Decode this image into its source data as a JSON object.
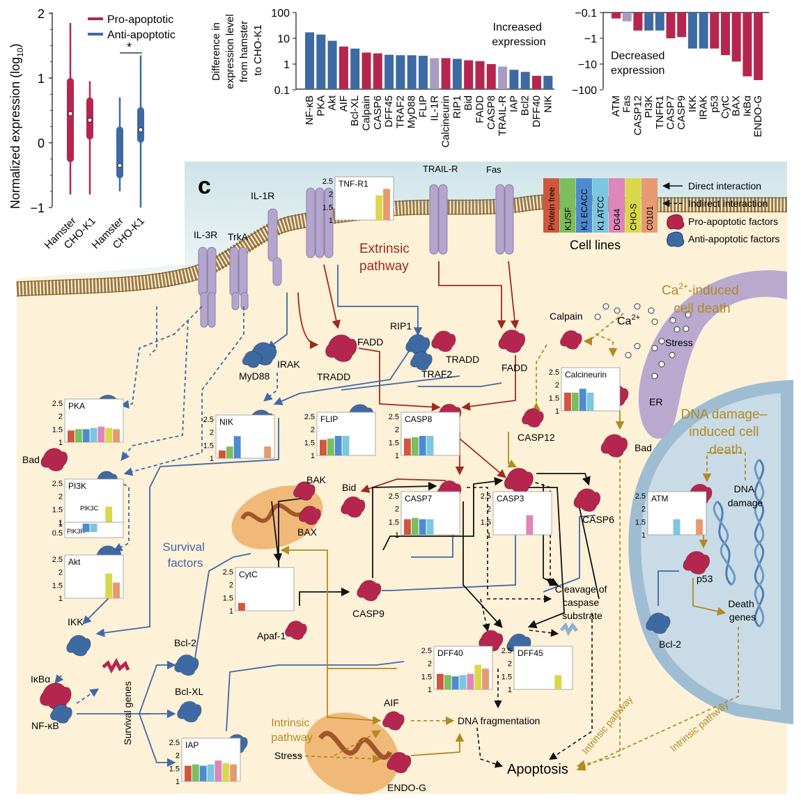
{
  "colors": {
    "pro": "#b5264f",
    "anti": "#3e6aa3",
    "mixed": "#a99bc2",
    "brown": "#9c2a1e",
    "blueArrow": "#3f68a8",
    "gold": "#b08a22",
    "bg": "#fdf1d8"
  },
  "panel_a": {
    "y_label": "Normalized expression (log",
    "y_label_sub": "10",
    "y_label_end": ")",
    "ticks": [
      "2",
      "1",
      "0",
      "−1"
    ],
    "legend": [
      "Pro-apoptotic",
      "Anti-apoptotic"
    ],
    "x_labels": [
      "Hamster",
      "CHO-K1",
      "Hamster",
      "CHO-K1"
    ],
    "sig": "*",
    "boxes": [
      {
        "group": "Pro-apoptotic",
        "sample": "Hamster",
        "min": -0.8,
        "q1": -0.3,
        "median": 0.45,
        "q3": 1.0,
        "max": 1.85
      },
      {
        "group": "Pro-apoptotic",
        "sample": "CHO-K1",
        "min": -0.8,
        "q1": 0.05,
        "median": 0.35,
        "q3": 0.7,
        "max": 0.95
      },
      {
        "group": "Anti-apoptotic",
        "sample": "Hamster",
        "min": -0.75,
        "q1": -0.55,
        "median": -0.35,
        "q3": 0.25,
        "max": 0.7
      },
      {
        "group": "Anti-apoptotic",
        "sample": "CHO-K1",
        "min": -1.0,
        "q1": 0.0,
        "median": 0.2,
        "q3": 0.55,
        "max": 1.35
      }
    ]
  },
  "panel_b": {
    "y_label": [
      "Difference in",
      "expression level",
      "from hamster",
      "to CHO-K1"
    ],
    "inc_ticks": [
      "100",
      "10",
      "1",
      "0.1"
    ],
    "dec_ticks": [
      "−0.1",
      "−1",
      "−10",
      "−100"
    ],
    "inc_title": [
      "Increased",
      "expression"
    ],
    "dec_title": [
      "Decreased",
      "expression"
    ],
    "increased": [
      {
        "name": "NF-κB",
        "value": 17,
        "kind": "anti"
      },
      {
        "name": "PKA",
        "value": 14,
        "kind": "anti"
      },
      {
        "name": "Akt",
        "value": 8,
        "kind": "anti"
      },
      {
        "name": "AIF",
        "value": 4.8,
        "kind": "pro"
      },
      {
        "name": "Bcl-XL",
        "value": 4,
        "kind": "anti"
      },
      {
        "name": "Calpain",
        "value": 2.8,
        "kind": "pro"
      },
      {
        "name": "CASP6",
        "value": 2.6,
        "kind": "pro"
      },
      {
        "name": "DFF45",
        "value": 2.3,
        "kind": "anti"
      },
      {
        "name": "TRAF2",
        "value": 2.2,
        "kind": "anti"
      },
      {
        "name": "MyD88",
        "value": 2.2,
        "kind": "anti"
      },
      {
        "name": "FLIP",
        "value": 2.1,
        "kind": "anti"
      },
      {
        "name": "IL-1R",
        "value": 1.7,
        "kind": "mixed"
      },
      {
        "name": "Calcineurin",
        "value": 1.7,
        "kind": "pro"
      },
      {
        "name": "RIP1",
        "value": 1.6,
        "kind": "anti"
      },
      {
        "name": "Bid",
        "value": 1.4,
        "kind": "pro"
      },
      {
        "name": "FADD",
        "value": 1.3,
        "kind": "pro"
      },
      {
        "name": "CASP8",
        "value": 1.0,
        "kind": "pro"
      },
      {
        "name": "TRAIL-R",
        "value": 0.8,
        "kind": "mixed"
      },
      {
        "name": "IAP",
        "value": 0.6,
        "kind": "anti"
      },
      {
        "name": "Bcl2",
        "value": 0.5,
        "kind": "anti"
      },
      {
        "name": "DFF40",
        "value": 0.35,
        "kind": "pro"
      },
      {
        "name": "NIK",
        "value": 0.35,
        "kind": "anti"
      }
    ],
    "decreased": [
      {
        "name": "ATM",
        "value": -0.17,
        "kind": "pro"
      },
      {
        "name": "Fas",
        "value": -0.22,
        "kind": "mixed"
      },
      {
        "name": "CASP12",
        "value": -0.5,
        "kind": "pro"
      },
      {
        "name": "PI3K",
        "value": -0.5,
        "kind": "anti"
      },
      {
        "name": "TNFR1",
        "value": -0.5,
        "kind": "anti"
      },
      {
        "name": "CASP7",
        "value": -1.0,
        "kind": "pro"
      },
      {
        "name": "CASP9",
        "value": -0.9,
        "kind": "pro"
      },
      {
        "name": "IKK",
        "value": -2.5,
        "kind": "anti"
      },
      {
        "name": "IRAK",
        "value": -2.5,
        "kind": "anti"
      },
      {
        "name": "p53",
        "value": -2.5,
        "kind": "pro"
      },
      {
        "name": "CytC",
        "value": -4.5,
        "kind": "pro"
      },
      {
        "name": "BAX",
        "value": -8,
        "kind": "pro"
      },
      {
        "name": "IκBα",
        "value": -30,
        "kind": "pro"
      },
      {
        "name": "ENDO-G",
        "value": -42,
        "kind": "pro"
      }
    ]
  },
  "panel_c": {
    "letter": "c",
    "legend": {
      "cell_lines": [
        "Protein free",
        "K1/SF",
        "K1 ECACC",
        "K1 ATCC",
        "DG44",
        "CHO-S",
        "C0101"
      ],
      "cell_line_colors": [
        "#d0573c",
        "#7cbd5e",
        "#4d8bd0",
        "#7cc6df",
        "#de85b9",
        "#d9d84b",
        "#e59a72"
      ],
      "cell_lines_title": "Cell lines",
      "items": [
        "Direct interaction",
        "Indirect interaction",
        "Pro-apoptotic factors",
        "Anti-apoptotic factors"
      ]
    },
    "labels": {
      "il3r": "IL-3R",
      "trka": "TrkA",
      "il1r": "IL-1R",
      "trailr": "TRAIL-R",
      "fas": "Fas",
      "extrinsic1": "Extrinsic",
      "extrinsic2": "pathway",
      "irak": "IRAK",
      "myd88": "MyD88",
      "tradd": "TRADD",
      "fadd": "FADD",
      "rip1": "RIP1",
      "tradd2": "TRADD",
      "traf2": "TRAF2",
      "fadd2": "FADD",
      "calpain": "Calpain",
      "ca": "Ca",
      "ca_sup": "2+",
      "stress": "Stress",
      "ca_death1": "-induced",
      "ca_death1_pre": "Ca",
      "ca_death1_sup": "2+",
      "ca_death2": "cell death",
      "casp12": "CASP12",
      "er": "ER",
      "bad_r": "Bad",
      "dna_title1": "DNA damage–",
      "dna_title2": "induced cell",
      "dna_title3": "death",
      "dna_damage1": "DNA",
      "dna_damage2": "damage",
      "p53": "p53",
      "death_genes1": "Death",
      "death_genes2": "genes",
      "bcl2_r": "Bcl-2",
      "bad_l": "Bad",
      "survival1": "Survival",
      "survival2": "factors",
      "ikk": "IKK",
      "ikba": "IκBα",
      "nfkb": "NF-κB",
      "survival_genes": "Survival genes",
      "bcl2": "Bcl-2",
      "bclxl": "Bcl-XL",
      "bak": "BAK",
      "bax": "BAX",
      "bid": "Bid",
      "apaf": "Apaf-1",
      "casp9": "CASP9",
      "casp6": "CASP6",
      "cleavage1": "Cleavage of",
      "cleavage2": "caspase",
      "cleavage3": "substrate",
      "aif": "AIF",
      "dna_frag": "DNA fragmentation",
      "intrinsic1": "Intrinsic",
      "intrinsic2": "pathway",
      "stress2": "Stress",
      "endog": "ENDO-G",
      "apoptosis": "Apoptosis",
      "intr_path": "Intrinsic pathway",
      "intr_path2": "Intrinsic pathway"
    },
    "insets": [
      {
        "id": "tnfr1",
        "title": "TNF-R1",
        "ticks": [
          "2.5",
          "2",
          "1.5",
          "1"
        ],
        "values": [
          null,
          null,
          null,
          null,
          null,
          1.95,
          2.2
        ]
      },
      {
        "id": "calcineurin",
        "title": "Calcineurin",
        "ticks": [
          "2.5",
          "2",
          "1.5",
          "1"
        ],
        "values": [
          1.7,
          1.7,
          1.85,
          1.7,
          null,
          null,
          null
        ]
      },
      {
        "id": "pka",
        "title": "PKA",
        "ticks": [
          "2.5",
          "2",
          "1.5",
          "1"
        ],
        "values": [
          1.45,
          1.5,
          1.5,
          1.55,
          1.6,
          1.55,
          1.5
        ]
      },
      {
        "id": "nik",
        "title": "NIK",
        "ticks": [
          "2.5",
          "2",
          "1.5",
          "1"
        ],
        "values": [
          1.3,
          1.45,
          1.85,
          null,
          null,
          null,
          1.45
        ]
      },
      {
        "id": "flip",
        "title": "FLIP",
        "ticks": [
          "2.5",
          "2",
          "1.5",
          "1"
        ],
        "values": [
          1.6,
          1.65,
          1.75,
          1.75,
          null,
          null,
          null
        ]
      },
      {
        "id": "casp8",
        "title": "CASP8",
        "ticks": [
          "2.5",
          "2",
          "1.5",
          "1"
        ],
        "values": [
          1.65,
          1.7,
          1.75,
          1.75,
          null,
          null,
          null
        ]
      },
      {
        "id": "pi3k",
        "title": "PI3K",
        "ticks": [
          "2.5",
          "2",
          "1.5",
          "1"
        ],
        "values": [
          null,
          null,
          null,
          null,
          null,
          1.6,
          null
        ],
        "sub1": "PIK3C",
        "sub2": "PIK3R",
        "sub_ticks": [
          "1",
          "0.5"
        ],
        "sub_values": [
          null,
          null,
          0.8,
          0.8,
          null,
          null,
          null
        ]
      },
      {
        "id": "akt",
        "title": "Akt",
        "ticks": [
          "2.5",
          "2",
          "1.5",
          "1"
        ],
        "values": [
          null,
          null,
          null,
          null,
          null,
          1.95,
          1.6
        ]
      },
      {
        "id": "cytc",
        "title": "CytC",
        "ticks": [
          "2.5",
          "2",
          "1.5",
          "1"
        ],
        "values": [
          1.3,
          null,
          null,
          null,
          null,
          null,
          null
        ]
      },
      {
        "id": "casp7",
        "title": "CASP7",
        "ticks": [
          "2.5",
          "2",
          "1.5",
          "1"
        ],
        "values": [
          1.6,
          1.65,
          1.6,
          1.6,
          null,
          null,
          null
        ]
      },
      {
        "id": "casp3",
        "title": "CASP3",
        "ticks": [
          "2.5",
          "2",
          "1.5",
          "1"
        ],
        "values": [
          null,
          null,
          null,
          null,
          1.75,
          null,
          null
        ]
      },
      {
        "id": "atm",
        "title": "ATM",
        "ticks": [
          "2.5",
          "2",
          "1.5",
          "1"
        ],
        "values": [
          null,
          null,
          null,
          1.6,
          null,
          null,
          1.6
        ]
      },
      {
        "id": "dff40",
        "title": "DFF40",
        "ticks": [
          "2.5",
          "2",
          "1.5",
          "1"
        ],
        "values": [
          1.6,
          1.55,
          1.5,
          1.55,
          1.6,
          1.95,
          1.8
        ]
      },
      {
        "id": "dff45",
        "title": "DFF45",
        "ticks": [
          "2.5",
          "2",
          "1.5",
          "1"
        ],
        "values": [
          null,
          null,
          null,
          null,
          null,
          1.55,
          null
        ]
      },
      {
        "id": "iap",
        "title": "IAP",
        "ticks": [
          "2.5",
          "2",
          "1.5",
          "1"
        ],
        "values": [
          1.6,
          1.65,
          1.6,
          1.65,
          1.8,
          1.7,
          1.65
        ]
      }
    ]
  }
}
